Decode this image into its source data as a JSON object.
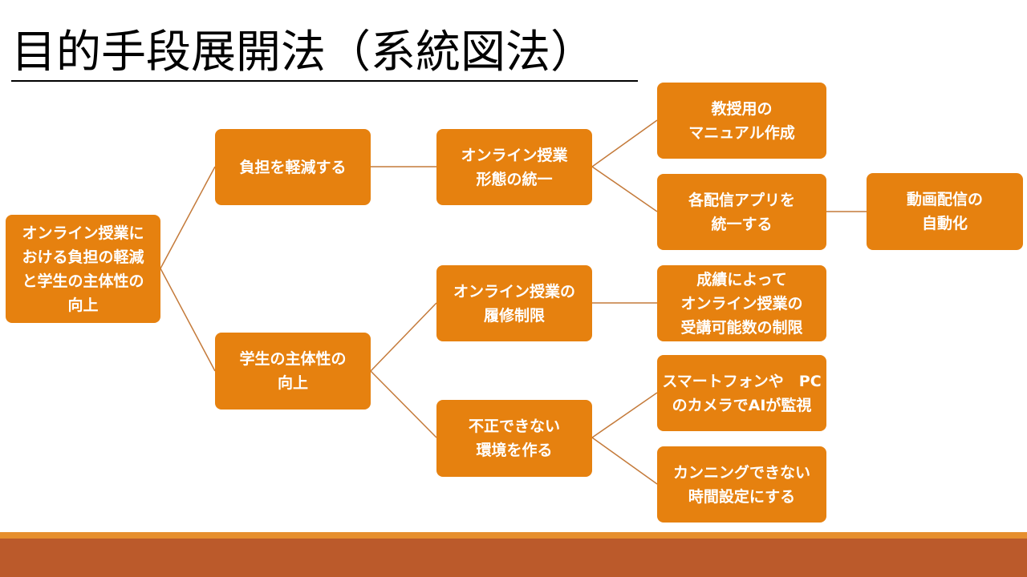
{
  "title": "目的手段展開法（系統図法）",
  "colors": {
    "node": "#e6810f",
    "link": "#c47a3a",
    "footer_band": "#bb5a2b",
    "footer_line": "#e68f2e"
  },
  "nodes": {
    "root": "オンライン授業に\nおける負担の軽減\nと学生の主体性の\n向上",
    "reduce_burden": "負担を軽減する",
    "student_initiative": "学生の主体性の\n向上",
    "unify_format": "オンライン授業\n形態の統一",
    "restrict_enrollment": "オンライン授業の\n履修制限",
    "prevent_cheating_env": "不正できない\n環境を作る",
    "manual": "教授用の\nマニュアル作成",
    "unify_app": "各配信アプリを\n統一する",
    "auto_video": "動画配信の\n自動化",
    "grade_limit": "成績によって\nオンライン授業の\n受講可能数の制限",
    "ai_monitor": "スマートフォンや　PC\nのカメラでAIが監視",
    "time_setting": "カンニングできない\n時間設定にする"
  }
}
